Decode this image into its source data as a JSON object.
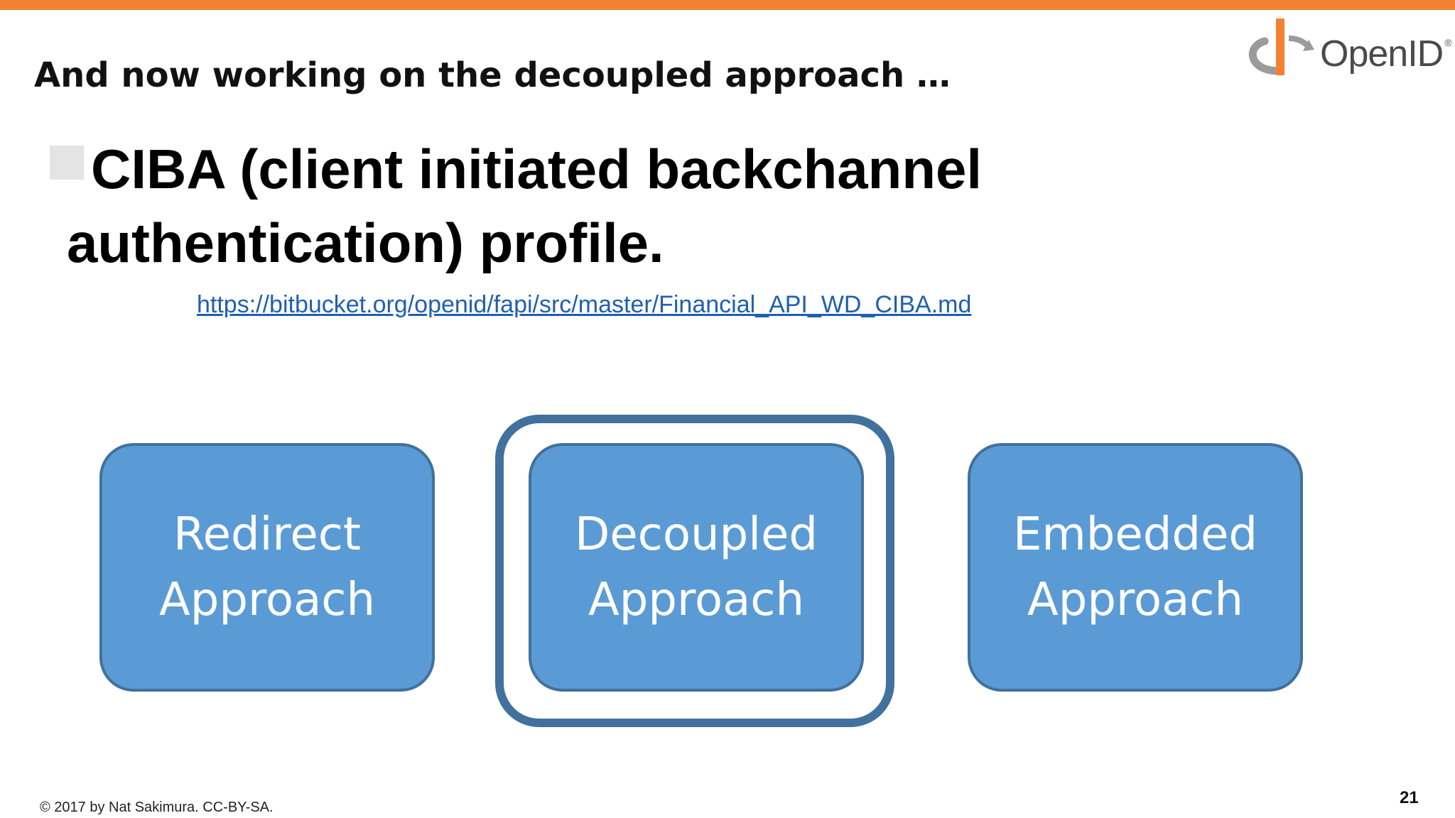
{
  "slide": {
    "title": "And now working on the decoupled approach …",
    "bullet": "CIBA (client initiated backchannel authentication) profile.",
    "link": "https://bitbucket.org/openid/fapi/src/master/Financial_API_WD_CIBA.md",
    "boxes": [
      {
        "line1": "Redirect",
        "line2": "Approach"
      },
      {
        "line1": "Decoupled",
        "line2": "Approach"
      },
      {
        "line1": "Embedded",
        "line2": "Approach"
      }
    ],
    "footer": "© 2017 by Nat Sakimura. CC-BY-SA.",
    "page_number": "21"
  },
  "logo": {
    "text": "OpenID",
    "reg_mark": "®"
  },
  "colors": {
    "accent_bar": "#f48132",
    "box_fill": "#5b9bd5",
    "box_border": "#41719c",
    "link": "#1f5fb3",
    "logo_orange": "#f48132",
    "logo_gray": "#9b9b9b"
  }
}
